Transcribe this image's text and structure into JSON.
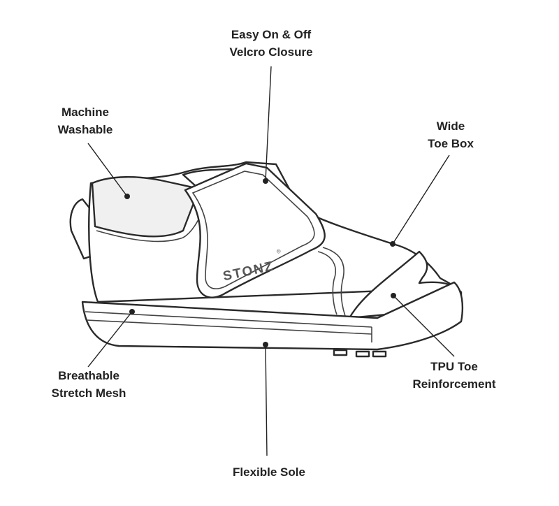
{
  "brand": {
    "logo_text": "STONZ",
    "trademark": "®"
  },
  "callouts": {
    "closure": {
      "line1": "Easy On & Off",
      "line2": "Velcro Closure"
    },
    "washable": {
      "line1": "Machine",
      "line2": "Washable"
    },
    "toe_box": {
      "line1": "Wide",
      "line2": "Toe Box"
    },
    "mesh": {
      "line1": "Breathable",
      "line2": "Stretch Mesh"
    },
    "tpu": {
      "line1": "TPU Toe",
      "line2": "Reinforcement"
    },
    "sole": {
      "line1": "Flexible Sole"
    }
  },
  "colors": {
    "ink": "#222222",
    "background": "#ffffff"
  }
}
